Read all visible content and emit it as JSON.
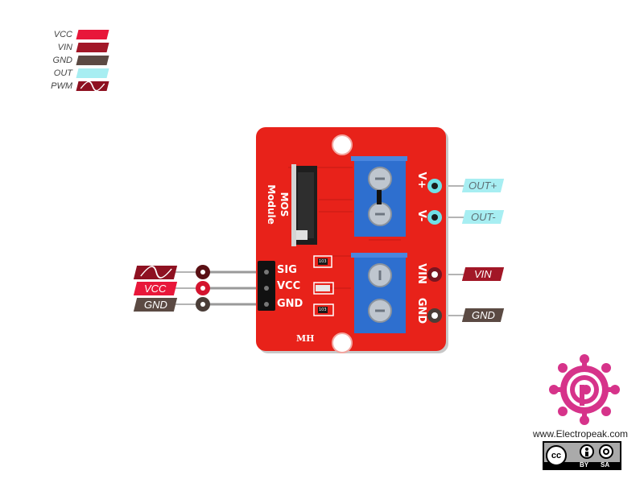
{
  "legend": [
    {
      "label": "VCC",
      "color": "#e8173a",
      "icon": "solid"
    },
    {
      "label": "VIN",
      "color": "#a21727",
      "icon": "solid"
    },
    {
      "label": "GND",
      "color": "#5b4a43",
      "icon": "solid"
    },
    {
      "label": "OUT",
      "color": "#a7eef2",
      "icon": "solid"
    },
    {
      "label": "PWM",
      "color": "#8e1121",
      "icon": "sine-wave-icon"
    }
  ],
  "module": {
    "title": "MOS Module",
    "header_pins": [
      "SIG",
      "VCC",
      "GND"
    ],
    "terminal_top": [
      "V+",
      "V-"
    ],
    "terminal_bottom": [
      "VIN",
      "GND"
    ],
    "brand": "MH",
    "resistor_code": "103",
    "board_color": "#e8221a",
    "terminal_color": "#2e6fcf"
  },
  "pins_left": [
    {
      "label": "",
      "icon": "sine-wave-icon",
      "color": "#8e1121",
      "dot": "#5a1014"
    },
    {
      "label": "VCC",
      "color": "#e8173a",
      "dot": "#d4142f"
    },
    {
      "label": "GND",
      "color": "#5b4a43",
      "dot": "#4a3d37"
    }
  ],
  "pins_right": [
    {
      "label": "OUT+",
      "color": "#a7eef2",
      "text_color": "#5d6e73",
      "dot": "#6fe0e6"
    },
    {
      "label": "OUT-",
      "color": "#a7eef2",
      "text_color": "#5d6e73",
      "dot": "#6fe0e6"
    },
    {
      "label": "VIN",
      "color": "#a21727",
      "text_color": "#ffffff",
      "dot": "#7a1520"
    },
    {
      "label": "GND",
      "color": "#5b4a43",
      "text_color": "#ffffff",
      "dot": "#4a3d37"
    }
  ],
  "brand": {
    "website": "www.Electropeak.com",
    "license": [
      "BY",
      "SA"
    ],
    "logo_color": "#d6338a"
  }
}
